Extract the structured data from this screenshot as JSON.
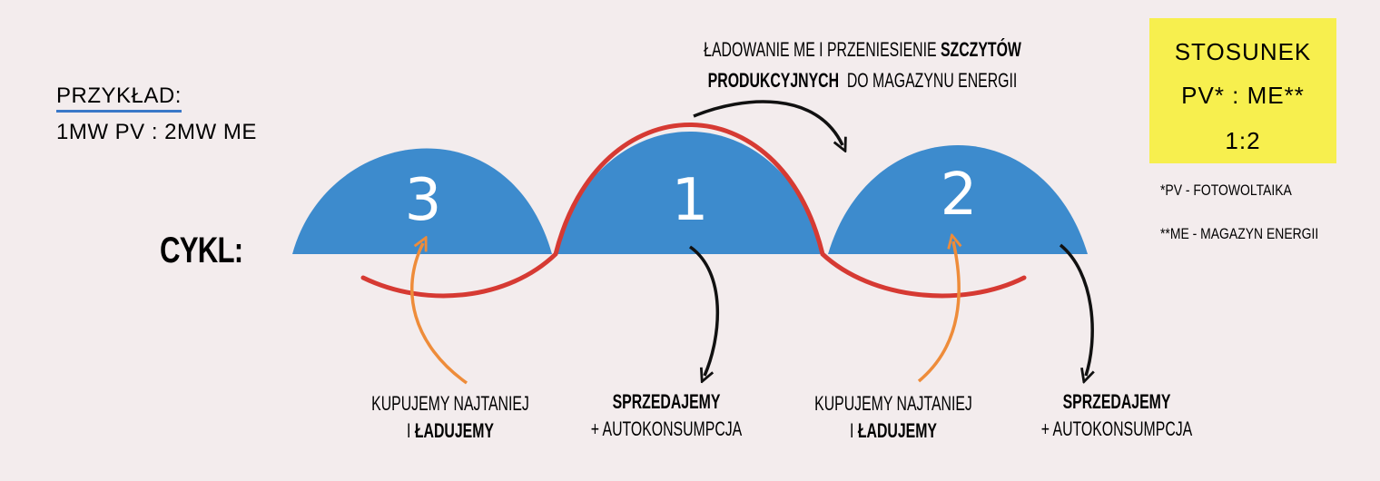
{
  "example": {
    "label": "PRZYKŁAD:",
    "value": "1MW PV : 2MW ME"
  },
  "cycle_label": "CYKL:",
  "top_note": {
    "line1_normal": "ŁADOWANIE ME I PRZENIESIENIE ",
    "line1_bold": "SZCZYTÓW",
    "line2_bold": "PRODUKCYJNYCH",
    "line2_normal": "  DO MAGAZYNU ENERGII"
  },
  "ratio_box": {
    "line1": "STOSUNEK",
    "line2": "PV* : ME**",
    "line3": "1:2"
  },
  "footnotes": {
    "pv": "*PV - FOTOWOLTAIKA",
    "me": "**ME - MAGAZYN ENERGII"
  },
  "humps": {
    "left": "3",
    "middle": "1",
    "right": "2"
  },
  "steps": {
    "buy_1": {
      "line1": "KUPUJEMY NAJTANIEJ",
      "line2_normal": "I ",
      "line2_bold": "ŁADUJEMY"
    },
    "sell_1": {
      "line1": "SPRZEDAJEMY",
      "line2": "+ AUTOKONSUMPCJA"
    },
    "buy_2": {
      "line1": "KUPUJEMY NAJTANIEJ",
      "line2_normal": "I ",
      "line2_bold": "ŁADUJEMY"
    },
    "sell_2": {
      "line1": "SPRZEDAJEMY",
      "line2": "+ AUTOKONSUMPCJA"
    }
  },
  "colors": {
    "background": "#f3eced",
    "hump": "#3d8bcd",
    "curve": "#d63a33",
    "buy_arrow": "#ee8c3a",
    "sell_arrow": "#111111",
    "ratio_box": "#f7ef4e",
    "underline": "#3a78c8"
  }
}
